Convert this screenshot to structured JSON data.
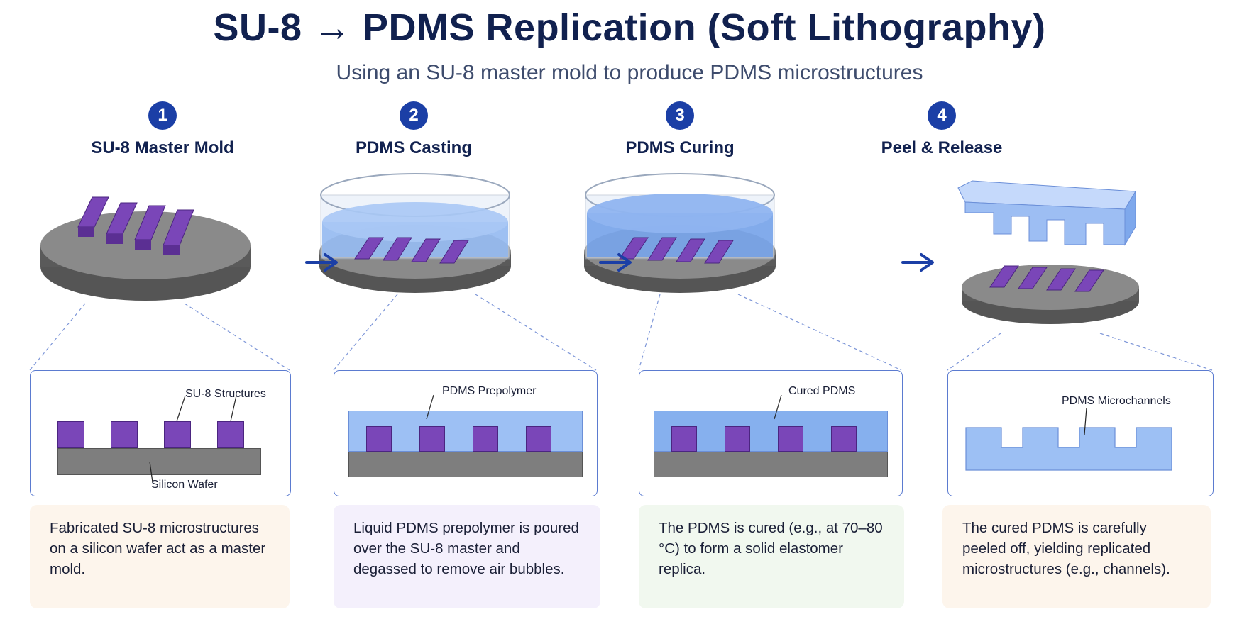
{
  "title": "SU-8 → PDMS Replication (Soft Lithography)",
  "subtitle": "Using an SU-8 master mold to produce PDMS microstructures",
  "colors": {
    "accent": "#1b3fa6",
    "su8": "#7a46b8",
    "pdms": "#8fb6f0",
    "wafer": "#7e7e7e",
    "border": "#5b7bd0"
  },
  "steps": [
    {
      "number": "1",
      "title": "SU-8 Master Mold",
      "labels": [
        "SU-8 Structures",
        "Silicon Wafer"
      ],
      "description": "Fabricated SU-8 microstructures on a silicon wafer act as a master mold.",
      "desc_bg": "#fdf5ec"
    },
    {
      "number": "2",
      "title": "PDMS Casting",
      "labels": [
        "PDMS Prepolymer"
      ],
      "description": "Liquid PDMS prepolymer is poured over the SU-8 master and degassed to remove air bubbles.",
      "desc_bg": "#f4f0fc"
    },
    {
      "number": "3",
      "title": "PDMS Curing",
      "labels": [
        "Cured PDMS"
      ],
      "description": "The PDMS is cured (e.g., at 70–80 °C) to form a solid elastomer replica.",
      "desc_bg": "#f1f8ef"
    },
    {
      "number": "4",
      "title": "Peel & Release",
      "labels": [
        "PDMS Microchannels"
      ],
      "description": "The cured PDMS is carefully peeled off, yielding replicated microstructures (e.g., channels).",
      "desc_bg": "#fdf5ec"
    }
  ],
  "arrows": [
    {
      "glyph": "right-arrow-icon"
    },
    {
      "glyph": "right-arrow-icon"
    },
    {
      "glyph": "right-arrow-icon"
    }
  ]
}
